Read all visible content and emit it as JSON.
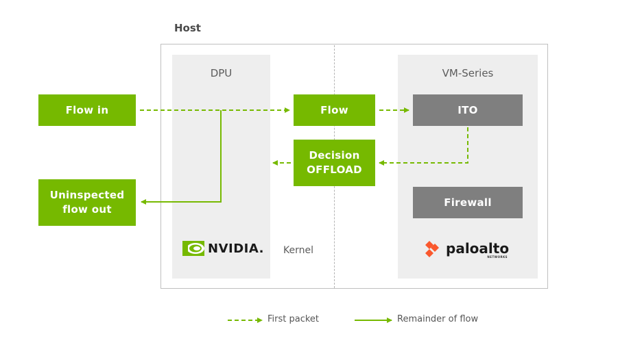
{
  "host": {
    "label": "Host"
  },
  "dpu": {
    "title": "DPU",
    "logo_text": "NVIDIA.",
    "kernel_label": "Kernel"
  },
  "vm_series": {
    "title": "VM-Series",
    "logo_text": "paloalto",
    "logo_sub": "NETWORKS"
  },
  "boxes": {
    "flow_in": "Flow in",
    "uninspected_line1": "Uninspected",
    "uninspected_line2": "flow out",
    "flow": "Flow",
    "decision_line1": "Decision",
    "decision_line2": "OFFLOAD",
    "ito": "ITO",
    "firewall": "Firewall"
  },
  "legend": {
    "first_packet": "First packet",
    "remainder": "Remainder of flow"
  },
  "colors": {
    "nvidia_green": "#76b900",
    "gray_box": "#7f7f7f",
    "panel_bg": "#eeeeee",
    "palo_orange": "#fa582d"
  }
}
